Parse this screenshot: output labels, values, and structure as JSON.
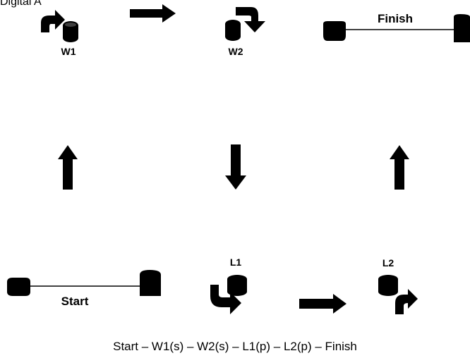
{
  "header_text": "Digital A",
  "labels": {
    "w1": "W1",
    "w2": "W2",
    "finish": "Finish",
    "l1": "L1",
    "l2": "L2",
    "start": "Start"
  },
  "sequence_caption": "Start – W1(s) – W2(s) – L1(p) – L2(p) – Finish",
  "colors": {
    "ink": "#000000",
    "background": "#ffffff"
  },
  "icons": [
    "disk-with-curved-arrow-icon",
    "right-arrow-icon",
    "up-arrow-icon",
    "down-arrow-icon",
    "goal-line-icon"
  ]
}
